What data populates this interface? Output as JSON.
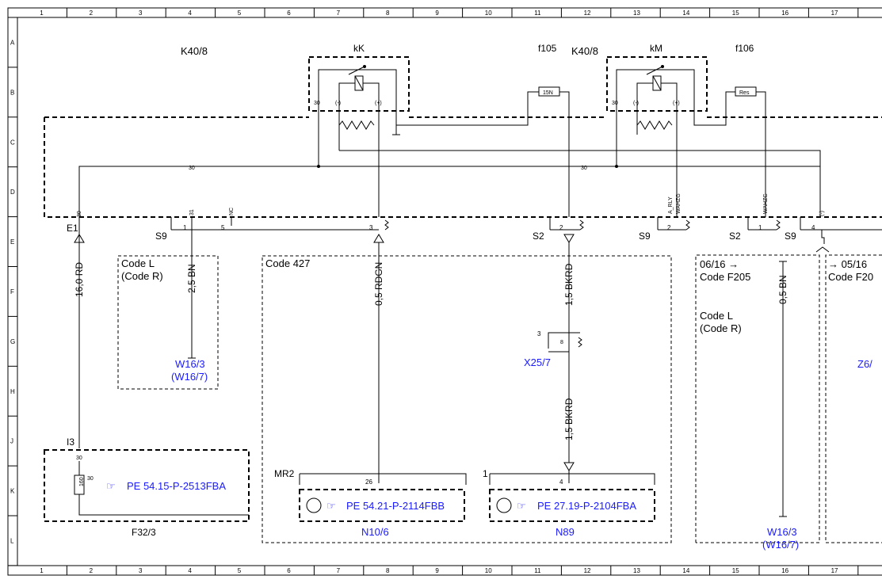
{
  "ruler": {
    "columns": [
      "1",
      "2",
      "3",
      "4",
      "5",
      "6",
      "7",
      "8",
      "9",
      "10",
      "11",
      "12",
      "13",
      "14",
      "15",
      "16",
      "17"
    ],
    "rows": [
      "A",
      "B",
      "C",
      "D",
      "E",
      "F",
      "G",
      "H",
      "J",
      "K",
      "L"
    ]
  },
  "components": {
    "k40_8_left": "K40/8",
    "k40_8_right": "K40/8",
    "kk": "kK",
    "km": "kM",
    "f105": "f105",
    "f106": "f106",
    "fuse_15n": "15N",
    "fuse_res": "Res",
    "f32_3": "F32/3",
    "n10_6": "N10/6",
    "n89": "N89",
    "x25_7": "X25/7",
    "w16_3_left": "W16/3",
    "w16_7_left": "(W16/7)",
    "w16_3_right": "W16/3",
    "w16_7_right": "(W16/7)",
    "z6": "Z6/"
  },
  "relay_pins": {
    "p30a": "30",
    "pma": "(-)",
    "ppa": "(+)",
    "p30b": "30",
    "pmb": "(-)",
    "ppb": "(+)"
  },
  "connectors": {
    "e1": "E1",
    "s9_a": "S9",
    "s9_b": "S9",
    "s9_c": "S9",
    "s2_a": "S2",
    "s2_b": "S2",
    "i3": "I3",
    "mr2": "MR2",
    "one": "1",
    "three": "3",
    "pin_1": "1",
    "pin_5": "5",
    "pin_3": "3",
    "pin_2": "2",
    "pin_2b": "2",
    "pin_1b": "1",
    "pin_4": "4",
    "pin_26": "26",
    "pin_4b": "4",
    "pin_8": "8",
    "pin_30_i3": "30",
    "pin_30_f32": "30",
    "fuse_160": "160",
    "pin_31": "31",
    "pin_nc": "NC",
    "pin_30_e1": "30",
    "pin_minus": "(-)",
    "a_rly": "A_RLY",
    "wahzg_a": "WAHZG",
    "wahzg_b": "WAHZG",
    "wire30_left": "30",
    "wire30_right": "30"
  },
  "wires": {
    "w_16rd": "16,0 RD",
    "w_25bn": "2,5 BN",
    "w_05rdgn": "0,5 RDGN",
    "w_15bkrd_a": "1,5 BKRD",
    "w_15bkrd_b": "1,5 BKRD",
    "w_05bn": "0,5 BN"
  },
  "codes": {
    "code_l_a": "Code L",
    "code_r_a": "(Code R)",
    "code_427": "Code 427",
    "code_0616": "06/16 →",
    "code_f205_a": "Code F205",
    "code_l_b": "Code L",
    "code_r_b": "(Code R)",
    "code_0516": "→ 05/16",
    "code_f205_b": "Code F20"
  },
  "references": {
    "pe_a": "PE 54.15-P-2513FBA",
    "pe_b": "PE 54.21-P-2114FBB",
    "pe_c": "PE 27.19-P-2104FBA"
  },
  "colors": {
    "link_blue": "#1a1aff",
    "line": "#000000"
  }
}
